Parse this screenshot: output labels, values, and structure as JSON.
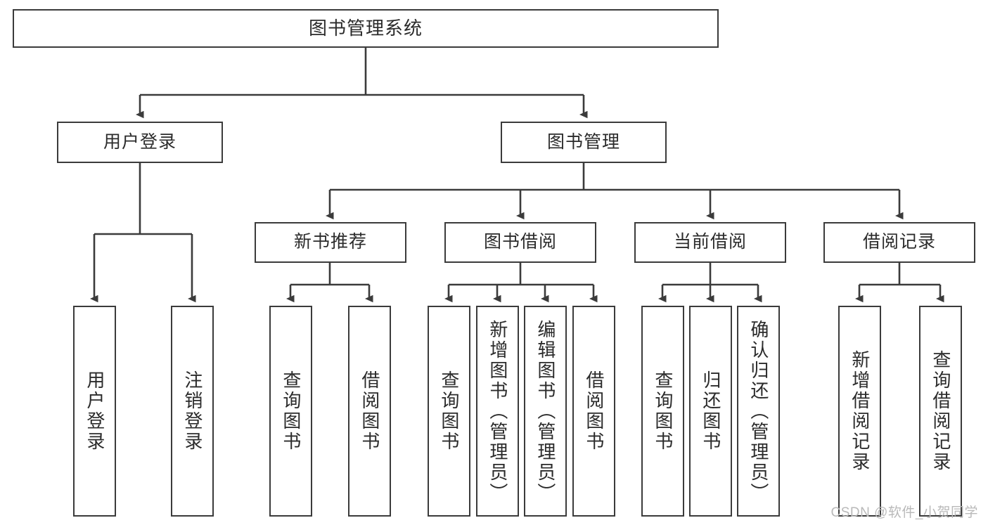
{
  "diagram": {
    "title": "图书管理系统",
    "type": "functional-structure-tree",
    "watermark": "CSDN @软件_小贺同学",
    "colors": {
      "box_border": "#3b3b3b",
      "box_fill": "#ffffff",
      "edge": "#3b3b3b",
      "text": "#2b2b2b",
      "watermark": "#b9b9b9",
      "background": "#ffffff"
    },
    "nodes": {
      "root": {
        "label": "图书管理系统",
        "level": 1
      },
      "level2": [
        {
          "id": "user-login",
          "label": "用户登录"
        },
        {
          "id": "book-management",
          "label": "图书管理"
        }
      ],
      "level3": [
        {
          "id": "new-book-recommend",
          "label": "新书推荐"
        },
        {
          "id": "book-borrow",
          "label": "图书借阅"
        },
        {
          "id": "current-borrow",
          "label": "当前借阅"
        },
        {
          "id": "borrow-record",
          "label": "借阅记录"
        }
      ],
      "leaves": {
        "user-login": [
          {
            "id": "leaf-user-login",
            "label": "用户登录"
          },
          {
            "id": "leaf-logout",
            "label": "注销登录"
          }
        ],
        "new-book-recommend": [
          {
            "id": "leaf-query-book-1",
            "label": "查询图书"
          },
          {
            "id": "leaf-borrow-book-1",
            "label": "借阅图书"
          }
        ],
        "book-borrow": [
          {
            "id": "leaf-query-book-2",
            "label": "查询图书"
          },
          {
            "id": "leaf-add-book",
            "label": "新增图书（管理员）"
          },
          {
            "id": "leaf-edit-book",
            "label": "编辑图书（管理员）"
          },
          {
            "id": "leaf-borrow-book-2",
            "label": "借阅图书"
          }
        ],
        "current-borrow": [
          {
            "id": "leaf-query-book-3",
            "label": "查询图书"
          },
          {
            "id": "leaf-return-book",
            "label": "归还图书"
          },
          {
            "id": "leaf-confirm-return",
            "label": "确认归还（管理员）"
          }
        ],
        "borrow-record": [
          {
            "id": "leaf-add-record",
            "label": "新增借阅记录"
          },
          {
            "id": "leaf-query-record",
            "label": "查询借阅记录"
          }
        ]
      }
    }
  }
}
